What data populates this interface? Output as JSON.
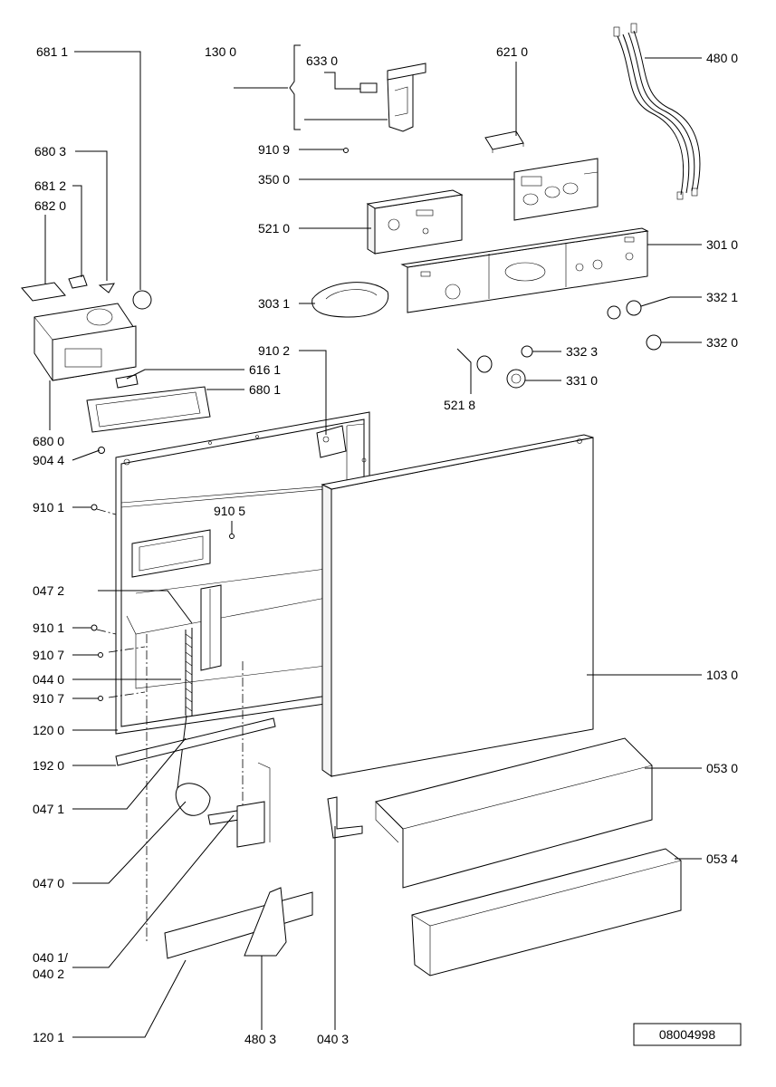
{
  "labels": {
    "p681_1": "681 1",
    "p130_0": "130 0",
    "p633_0": "633 0",
    "p621_0": "621 0",
    "p480_0": "480 0",
    "p680_3": "680 3",
    "p910_9": "910 9",
    "p350_0": "350 0",
    "p681_2": "681 2",
    "p682_0": "682 0",
    "p521_0": "521 0",
    "p301_0": "301 0",
    "p303_1": "303 1",
    "p332_1": "332 1",
    "p910_2": "910 2",
    "p332_3": "332 3",
    "p332_0": "332 0",
    "p616_1": "616 1",
    "p680_1": "680 1",
    "p331_0": "331 0",
    "p521_8": "521 8",
    "p680_0": "680 0",
    "p904_4": "904 4",
    "p910_1a": "910 1",
    "p910_5": "910 5",
    "p047_2": "047 2",
    "p910_1b": "910 1",
    "p910_7a": "910 7",
    "p044_0": "044 0",
    "p103_0": "103 0",
    "p910_7b": "910 7",
    "p120_0": "120 0",
    "p192_0": "192 0",
    "p053_0": "053 0",
    "p047_1": "047 1",
    "p047_0": "047 0",
    "p053_4": "053 4",
    "p040_1": "040 1/",
    "p040_2": "040 2",
    "p120_1": "120 1",
    "p480_3": "480 3",
    "p040_3": "040 3"
  },
  "reference_number": "08004998"
}
